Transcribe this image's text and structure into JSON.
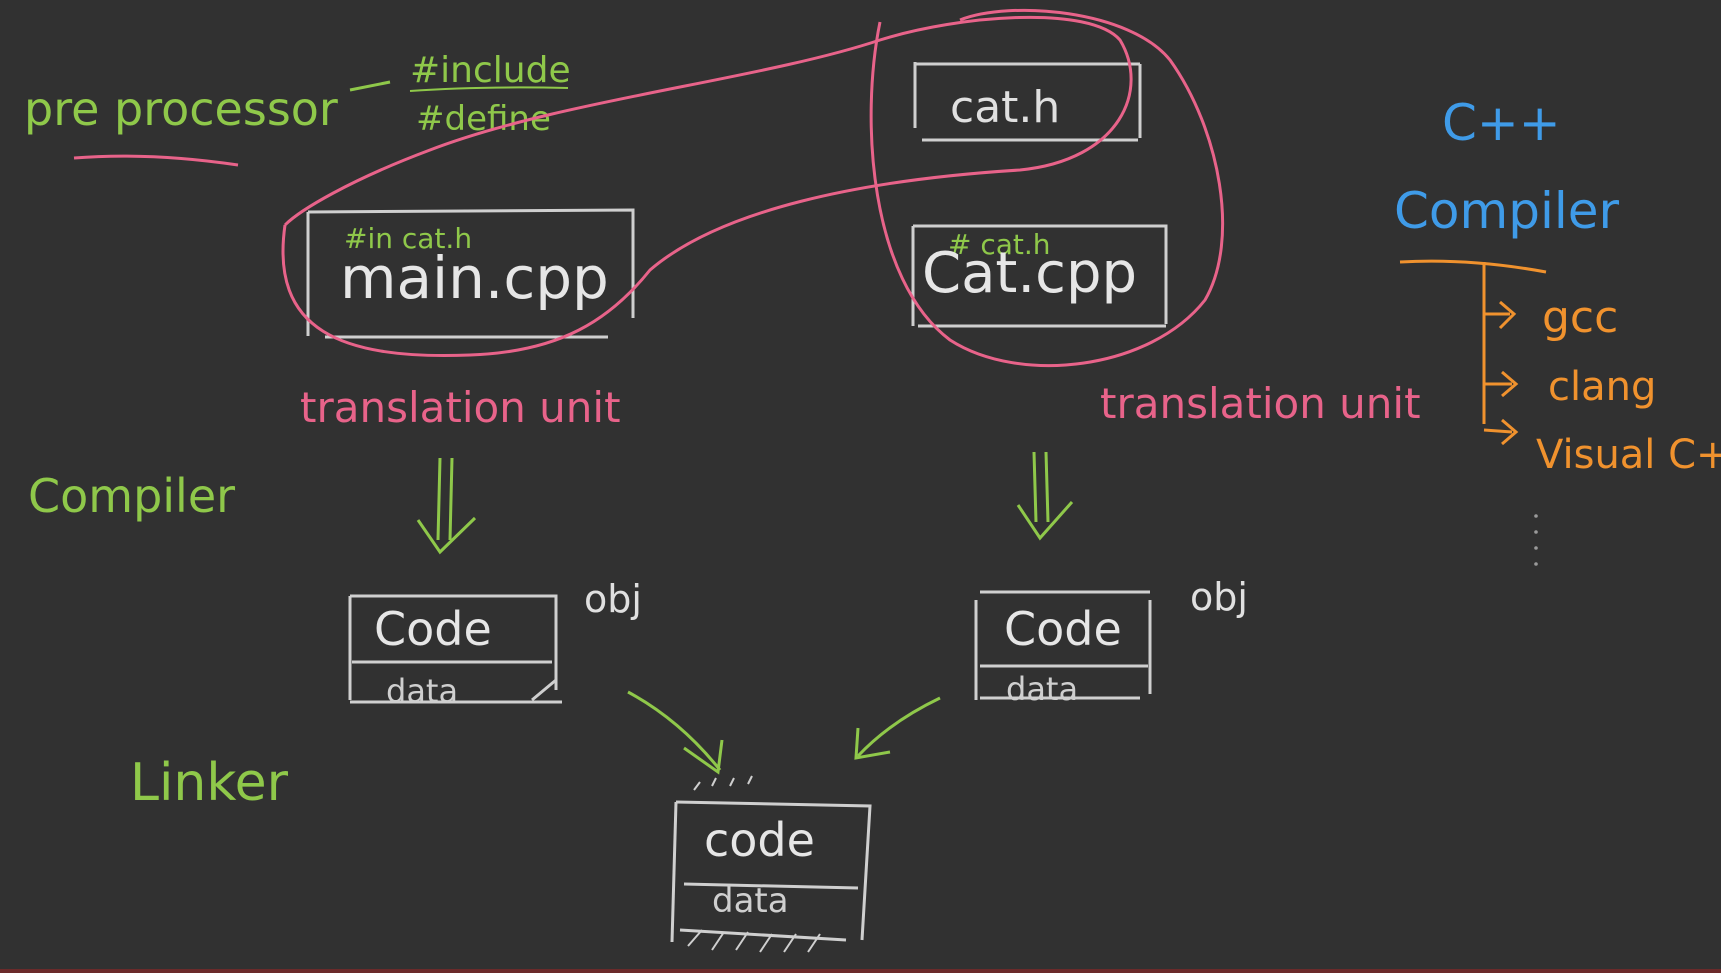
{
  "colors": {
    "background": "#313131",
    "green": "#8fc84a",
    "pink": "#e8638a",
    "white": "#d9d9d9",
    "blue": "#3f9be8",
    "orange": "#f0922e"
  },
  "labels": {
    "preprocessor": "pre processor",
    "include": "#include",
    "define": "#define",
    "compiler": "Compiler",
    "linker": "Linker",
    "cpp_compiler": "C++",
    "cpp_compiler_word": "Compiler",
    "translation_unit_left": "translation unit",
    "translation_unit_right": "translation unit",
    "obj_left": "obj",
    "obj_right": "obj"
  },
  "files": {
    "header": "cat.h",
    "main": "main.cpp",
    "main_note": "#in  cat.h",
    "cat": "Cat.cpp",
    "cat_note": "#  cat.h"
  },
  "objects": {
    "left": {
      "code": "Code",
      "data": "data"
    },
    "right": {
      "code": "Code",
      "data": "data"
    },
    "linked": {
      "code": "code",
      "data": "data"
    }
  },
  "compilers": [
    "gcc",
    "clang",
    "Visual C++"
  ],
  "icons": {
    "down_arrow": "double-down-arrow-icon",
    "merge_arrow": "merge-arrow-icon",
    "branch_arrow": "branch-arrow-icon"
  }
}
